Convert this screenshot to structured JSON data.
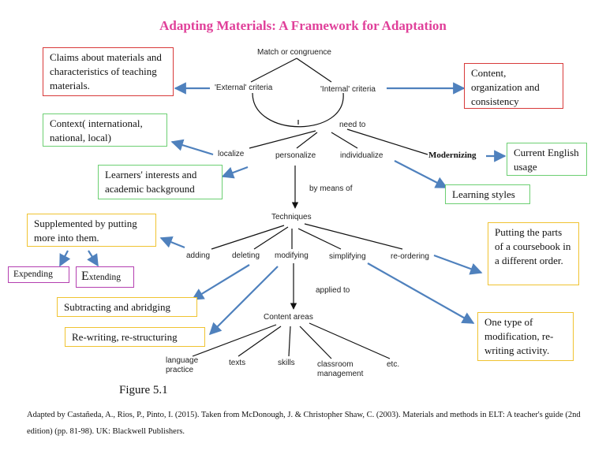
{
  "title": "Adapting Materials: A Framework for Adaptation",
  "nodes": {
    "match": "Match or congruence",
    "external": "'External' criteria",
    "internal": "'Internal' criteria",
    "need_to": "need to",
    "localize": "localize",
    "personalize": "personalize",
    "individualize": "individualize",
    "modernizing": "Modernizing",
    "by_means_of": "by means of",
    "techniques": "Techniques",
    "adding": "adding",
    "deleting": "deleting",
    "modifying": "modifying",
    "simplifying": "simplifying",
    "reordering": "re-ordering",
    "applied_to": "applied to",
    "content_areas": "Content areas",
    "language": "language",
    "practice": "practice",
    "texts": "texts",
    "skills": "skills",
    "classroom": "classroom",
    "management": "management",
    "etc": "etc."
  },
  "boxes": {
    "claims": "Claims about materials and characteristics of teaching materials.",
    "content_org": "Content, organization and consistency",
    "context": "Context( international, national, local)",
    "current_usage": "Current English usage",
    "learners": "Learners' interests and academic background",
    "learning_styles": "Learning styles",
    "supplemented": "Supplemented by putting more into them.",
    "putting_parts": "Putting the parts of a coursebook in a different order.",
    "expending": "Expending",
    "extending_first": "E",
    "extending_rest": "xtending",
    "subtracting": "Subtracting and abridging",
    "rewriting": "Re-writing, re-structuring",
    "one_type": "One type of modification, re-writing activity."
  },
  "figure_label": "Figure 5.1",
  "credit": "Adapted by Castañeda, A., Rios, P., Pinto, I. (2015). Taken from McDonough, J. & Christopher Shaw, C. (2003). Materials and methods in ELT: A teacher's guide (2nd edition) (pp. 81-98). UK: Blackwell Publishers.",
  "colors": {
    "title": "#e0409a",
    "red_border": "#d83a3a",
    "green_border": "#6ccf72",
    "yellow_border": "#f0c331",
    "purple_border": "#b43fb0",
    "arrow_blue": "#4f81bd"
  }
}
